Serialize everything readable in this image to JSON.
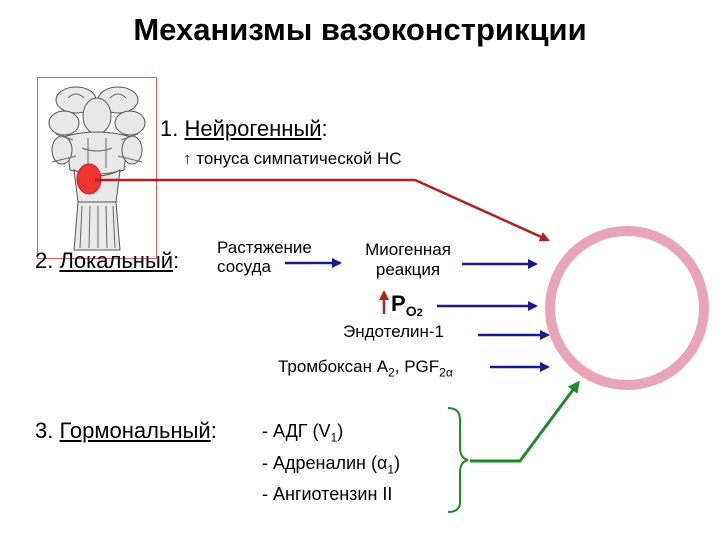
{
  "title": "Механизмы вазоконстрикции",
  "neurogenic": {
    "number": "1.",
    "label": "Нейрогенный",
    "colon": ":",
    "description": "↑ тонуса симпатической НС"
  },
  "local": {
    "number": "2.",
    "label": "Локальный",
    "colon": ":",
    "stretch_line1": "Растяжение",
    "stretch_line2": "сосуда",
    "myogenic_line1": "Миогенная",
    "myogenic_line2": "реакция",
    "po2_main": "P",
    "po2_sub": "O",
    "po2_subsub": "2",
    "endothelin": "Эндотелин-1",
    "thromboxane_main": "Тромбоксан А",
    "thromboxane_sub": "2",
    "thromboxane_sep": ", PGF",
    "pgf_sub": "2α"
  },
  "hormonal": {
    "number": "3.",
    "label": "Гормональный",
    "colon": ":",
    "items": [
      {
        "main": "- АДГ (V",
        "sub": "1",
        "end": ")"
      },
      {
        "main": "- Адреналин (α",
        "sub": "1",
        "end": ")"
      },
      {
        "main": "- Ангиотензин II",
        "sub": "",
        "end": ""
      }
    ]
  },
  "colors": {
    "neuro_arrow": "#b0201e",
    "local_arrow": "#1a1a8c",
    "hormonal_arrow": "#1f8a2a",
    "vessel_ring": "#e8a5b8",
    "brain_frame": "#e06060",
    "red_dot": "#ee3333"
  },
  "icons": {
    "brain": "brainstem-illustration",
    "vessel": "vessel-cross-section"
  }
}
